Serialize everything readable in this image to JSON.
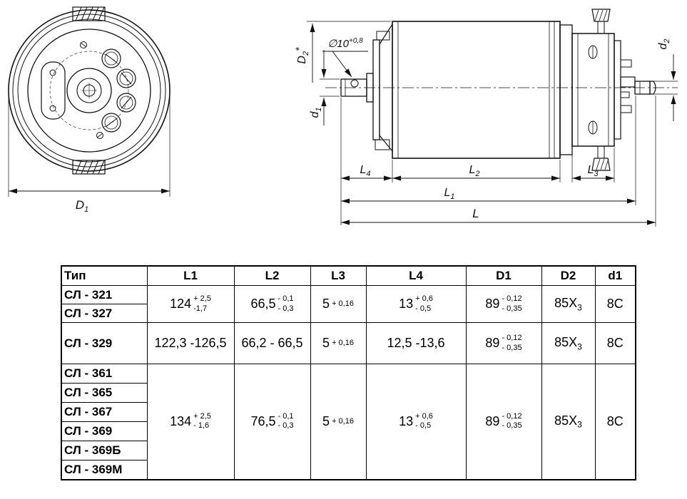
{
  "drawing": {
    "callout": {
      "base": "∅10",
      "sup": "+0,8"
    },
    "dims": {
      "D1": {
        "base": "D",
        "sub": "1"
      },
      "D2": {
        "base": "D",
        "sub": "2",
        "star": "*"
      },
      "d1": {
        "base": "d",
        "sub": "1"
      },
      "d2": {
        "base": "d",
        "sub": "2"
      },
      "L4": {
        "base": "L",
        "sub": "4"
      },
      "L2": {
        "base": "L",
        "sub": "2"
      },
      "L3": {
        "base": "L",
        "sub": "3"
      },
      "L1": {
        "base": "L",
        "sub": "1"
      },
      "L": {
        "base": "L"
      }
    }
  },
  "table": {
    "headers": [
      "Тип",
      "L1",
      "L2",
      "L3",
      "L4",
      "D1",
      "D2",
      "d1"
    ],
    "groups": [
      {
        "types": [
          "СЛ - 321",
          "СЛ - 327"
        ],
        "values": {
          "L1": {
            "base": "124",
            "sup": "+ 2,5",
            "sub": "-1,7"
          },
          "L2": {
            "base": "66,5",
            "sup": "- 0,1",
            "sub": "- 0,3"
          },
          "L3": {
            "base": "5",
            "sup": "+ 0,16"
          },
          "L4": {
            "base": "13",
            "sup": "+ 0,6",
            "sub": "- 0,5"
          },
          "D1": {
            "base": "89",
            "sup": "- 0,12",
            "sub": "- 0,35"
          },
          "D2": {
            "base": "85Х",
            "subin": "3"
          },
          "d1": {
            "base": "8С"
          }
        }
      },
      {
        "types": [
          "СЛ - 329"
        ],
        "values": {
          "L1": {
            "base": "122,3 -126,5"
          },
          "L2": {
            "base": "66,2 - 66,5"
          },
          "L3": {
            "base": "5",
            "sup": "+ 0,16"
          },
          "L4": {
            "base": "12,5 -13,6"
          },
          "D1": {
            "base": "89",
            "sup": "- 0,12",
            "sub": "- 0,35"
          },
          "D2": {
            "base": "85Х",
            "subin": "3"
          },
          "d1": {
            "base": "8С"
          }
        }
      },
      {
        "types": [
          "СЛ - 361",
          "СЛ - 365",
          "СЛ - 367",
          "СЛ - 369",
          "СЛ - 369Б",
          "СЛ - 369М"
        ],
        "values": {
          "L1": {
            "base": "134",
            "sup": "+ 2,5",
            "sub": "- 1,6"
          },
          "L2": {
            "base": "76,5",
            "sup": "- 0,1",
            "sub": "- 0,3"
          },
          "L3": {
            "base": "5",
            "sup": "+ 0,16"
          },
          "L4": {
            "base": "13",
            "sup": "+ 0,6",
            "sub": "- 0,5"
          },
          "D1": {
            "base": "89",
            "sup": "- 0,12",
            "sub": "- 0,35"
          },
          "D2": {
            "base": "85Х",
            "subin": "3"
          },
          "d1": {
            "base": "8С"
          }
        }
      }
    ]
  }
}
